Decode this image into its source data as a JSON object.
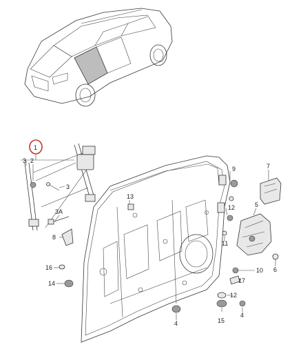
{
  "highlight_color": "#c0392b",
  "callouts": {
    "c1": "1",
    "c2": "2",
    "c3a": "3",
    "c3b": "3",
    "c3A": "3A",
    "c4a": "4",
    "c4b": "4",
    "c5": "5",
    "c6": "6",
    "c7": "7",
    "c8": "8",
    "c9": "9",
    "c10": "10",
    "c11": "11",
    "c12a": "12",
    "c12b": "12",
    "c13": "13",
    "c14": "14",
    "c15": "15",
    "c16": "16",
    "c17": "17"
  }
}
